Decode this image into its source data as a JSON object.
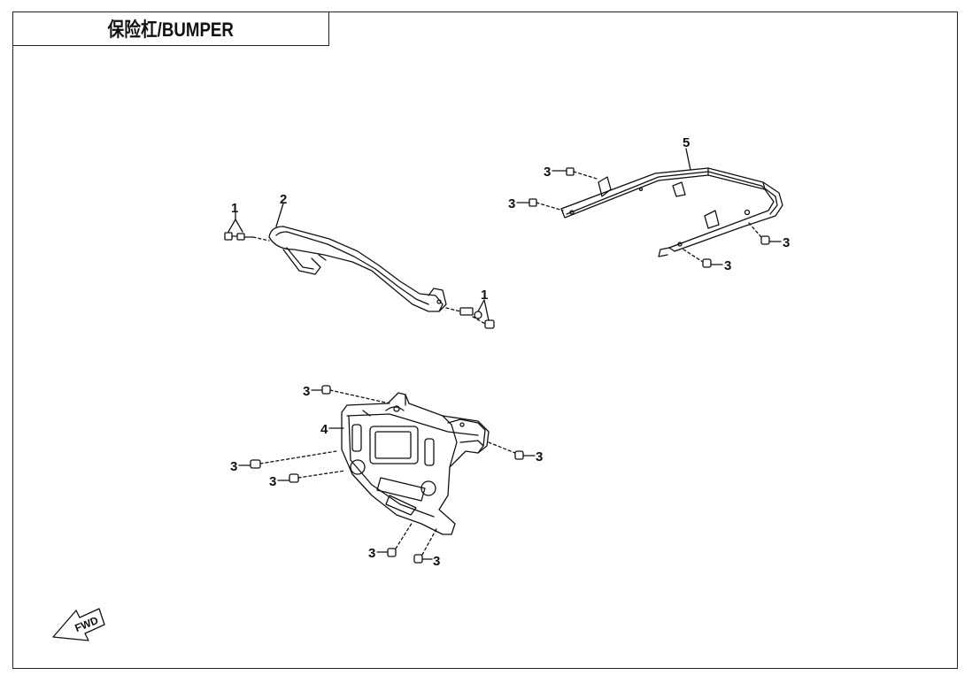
{
  "title": "保险杠/BUMPER",
  "callouts": {
    "c1a": "1",
    "c2": "2",
    "c1b": "1",
    "c5": "5",
    "c3_a": "3",
    "c3_b": "3",
    "c3_c": "3",
    "c3_d": "3",
    "c4": "4",
    "c3_e": "3",
    "c3_f": "3",
    "c3_g": "3",
    "c3_h": "3",
    "c3_i": "3",
    "c3_j": "3"
  },
  "direction_marker": "FWD",
  "colors": {
    "line": "#111111",
    "background": "#ffffff"
  }
}
